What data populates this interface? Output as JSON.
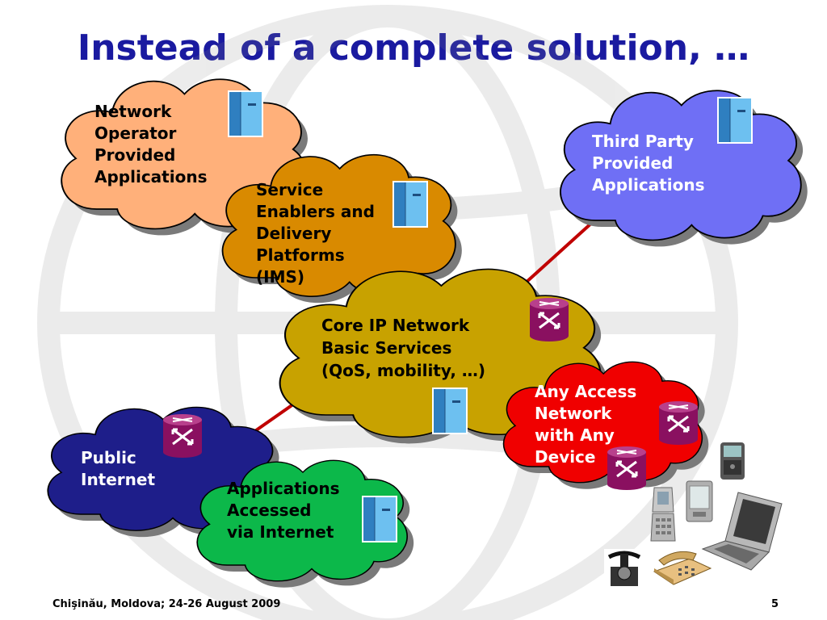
{
  "slide": {
    "title": "Instead of a complete solution, …",
    "footer": "Chişinău, Moldova; 24-26 August 2009",
    "page_number": "5"
  },
  "clouds": {
    "network_operator": {
      "lines": [
        "Network",
        "Operator",
        "Provided",
        "Applications"
      ],
      "color": "#ffb07a"
    },
    "service_enablers": {
      "lines": [
        "Service",
        "Enablers and",
        "Delivery",
        "Platforms",
        "(IMS)"
      ],
      "color": "#d98a00"
    },
    "third_party": {
      "lines": [
        "Third Party",
        "Provided",
        "Applications"
      ],
      "color": "#6f6ff5"
    },
    "core_ip": {
      "lines": [
        "Core IP Network",
        "Basic Services",
        "(QoS, mobility, …)"
      ],
      "color": "#c8a200"
    },
    "access_network": {
      "lines": [
        "Any Access",
        "Network",
        "with Any",
        "Device"
      ],
      "color": "#f00000"
    },
    "public_internet": {
      "lines": [
        "Public",
        "Internet"
      ],
      "color": "#1e1e8a"
    },
    "internet_apps": {
      "lines": [
        "Applications",
        "Accessed",
        "via Internet"
      ],
      "color": "#0cb84a"
    }
  },
  "colors": {
    "link_line": "#c00000",
    "router": "#8a1060",
    "server": "#5ab0e6"
  },
  "icons": [
    "server-icon",
    "router-icon",
    "phone-icon",
    "laptop-icon",
    "pda-icon",
    "telephone-icon"
  ]
}
